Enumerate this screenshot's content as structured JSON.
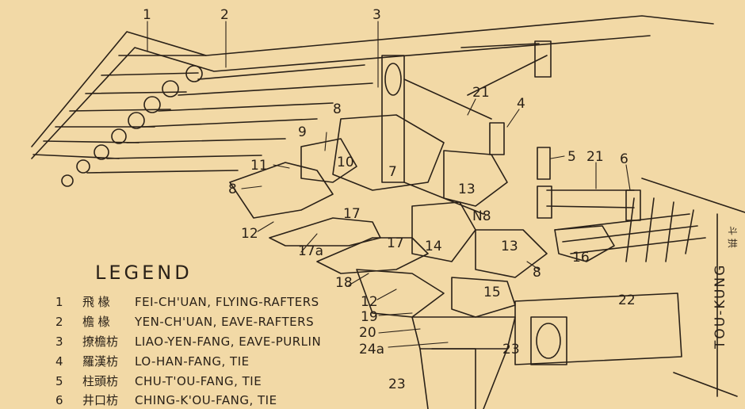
{
  "legend": {
    "title": "LEGEND",
    "items": [
      {
        "num": "1",
        "zh": "飛 椽",
        "text": "FEI-CH'UAN, FLYING-RAFTERS"
      },
      {
        "num": "2",
        "zh": "檐 椽",
        "text": "YEN-CH'UAN, EAVE-RAFTERS"
      },
      {
        "num": "3",
        "zh": "撩檐枋",
        "text": "LIAO-YEN-FANG, EAVE-PURLIN"
      },
      {
        "num": "4",
        "zh": "羅漢枋",
        "text": "LO-HAN-FANG, TIE"
      },
      {
        "num": "5",
        "zh": "柱頭枋",
        "text": "CHU-T'OU-FANG, TIE"
      },
      {
        "num": "6",
        "zh": "井口枋",
        "text": "CHING-K'OU-FANG, TIE"
      }
    ]
  },
  "side_label": "TOU-KUNG",
  "side_label_zh": "斗 拱",
  "callouts": [
    "1",
    "2",
    "3",
    "21",
    "4",
    "8",
    "9",
    "11",
    "10",
    "7",
    "5",
    "21",
    "6",
    "8",
    "13",
    "N8",
    "17",
    "12",
    "17a",
    "17",
    "14",
    "13",
    "16",
    "22",
    "18",
    "8",
    "12",
    "19",
    "15",
    "20",
    "24a",
    "23",
    "23"
  ],
  "colors": {
    "paper": "#f2d9a6",
    "ink": "#2a2118"
  }
}
